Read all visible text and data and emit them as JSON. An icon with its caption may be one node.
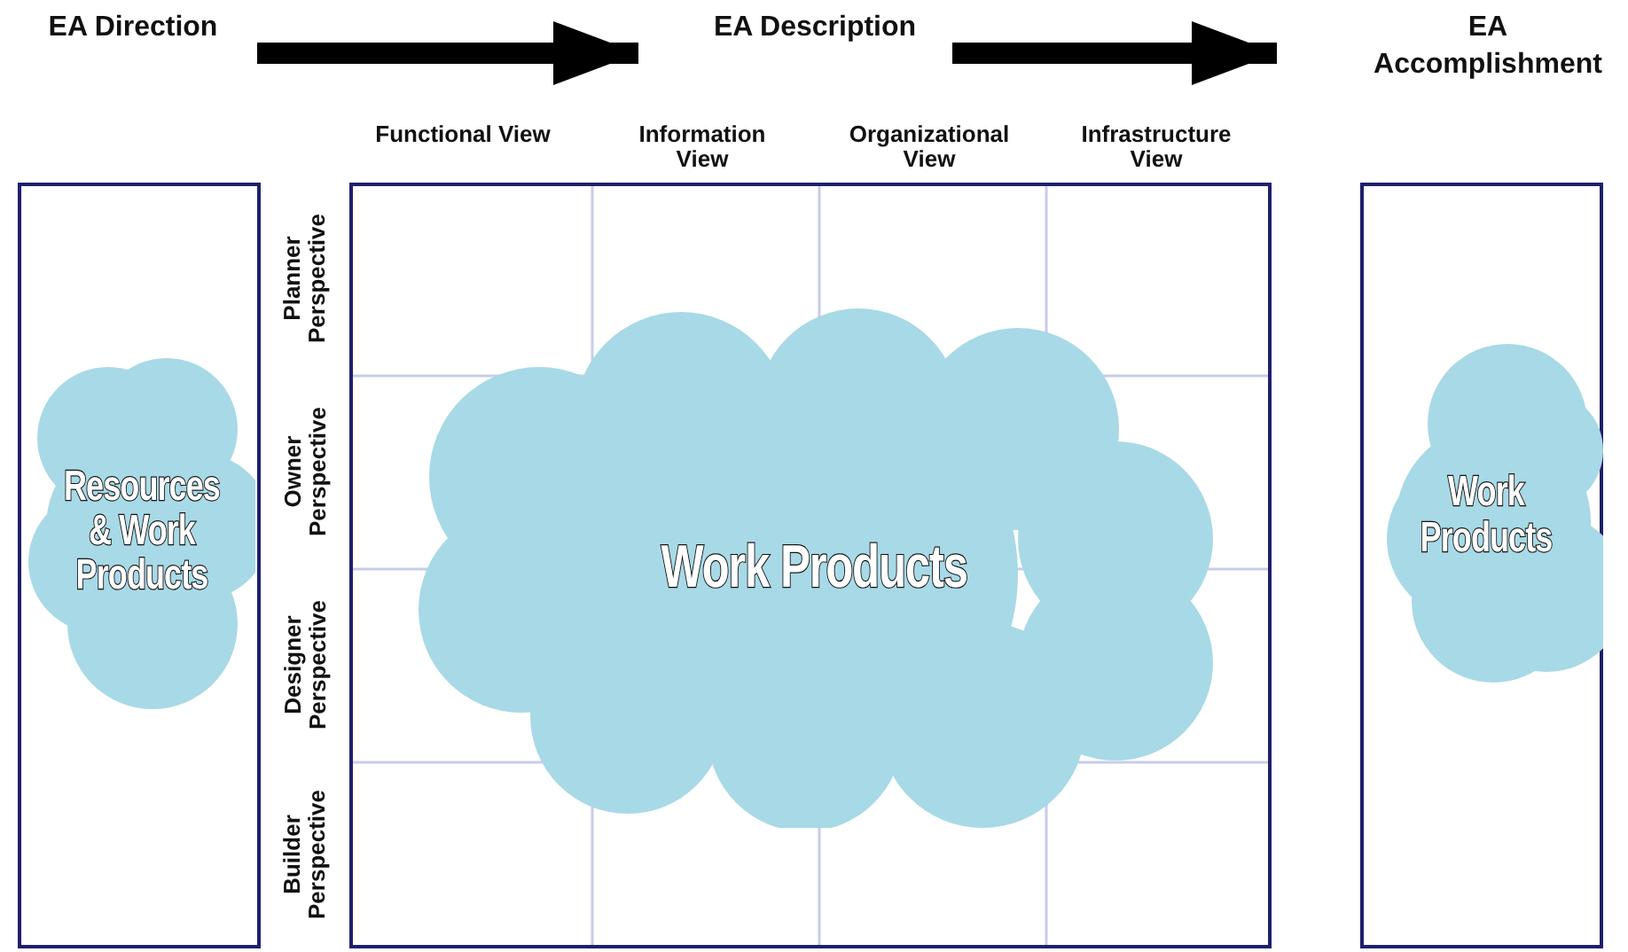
{
  "diagram": {
    "nodes": [
      {
        "text": [
          "EA Direction"
        ]
      },
      {
        "text": [
          "EA Description"
        ]
      },
      {
        "text": [
          "EA Accomplishment"
        ]
      },
      {
        "text": [],
        "shape": "box"
      },
      {
        "text": [
          "Resources & Work Products"
        ],
        "in": 3
      },
      {
        "text": [],
        "shape": "box"
      },
      {
        "text": [
          "Work Products"
        ],
        "in": 5
      },
      {
        "text": [],
        "shape": "box"
      },
      {
        "text": [
          "Work Products"
        ],
        "in": 7
      }
    ],
    "edges": [
      {
        "from": 0,
        "to": 1,
        "arrow": "to"
      },
      {
        "from": 1,
        "to": 2,
        "arrow": "to"
      }
    ],
    "labels": [
      "Functional View",
      "Information View",
      "Organizational View",
      "Infrastructure View",
      "Planner Perspective",
      "Owner Perspective",
      "Designer Perspective",
      "Builder Perspective"
    ]
  }
}
